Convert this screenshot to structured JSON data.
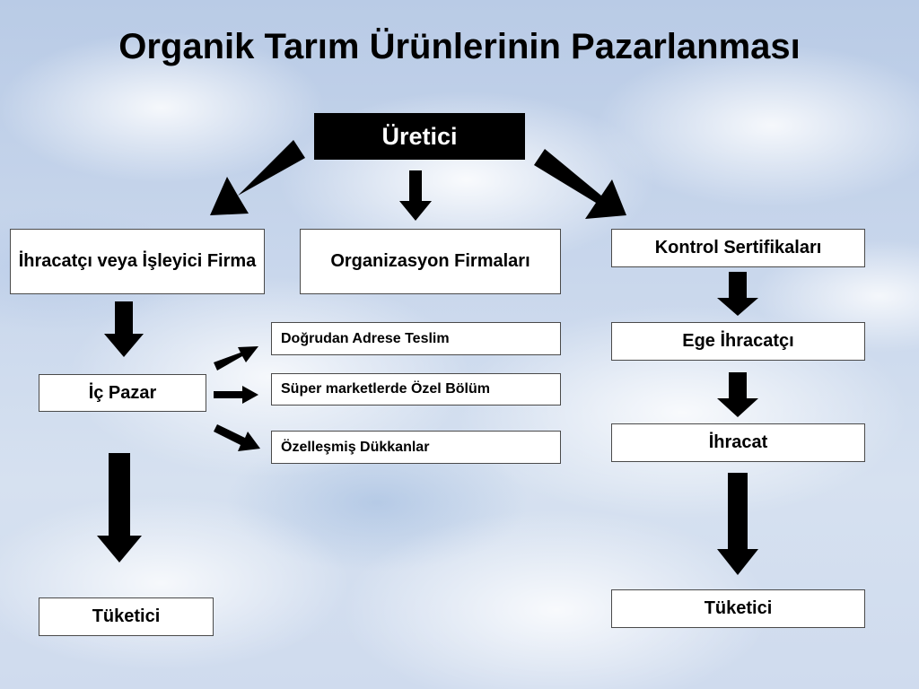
{
  "title": "Organik Tarım Ürünlerinin Pazarlanması",
  "nodes": {
    "producer": "Üretici",
    "exporter_processor": "İhracatçı veya İşleyici Firma",
    "organization_firms": "Organizasyon Firmaları",
    "control_certificates": "Kontrol Sertifikaları",
    "domestic_market": "İç Pazar",
    "direct_delivery": "Doğrudan Adrese Teslim",
    "supermarket_section": "Süper marketlerde Özel Bölüm",
    "specialized_shops": "Özelleşmiş Dükkanlar",
    "ege_exporter": "Ege İhracatçı",
    "export": "İhracat",
    "consumer_left": "Tüketici",
    "consumer_right": "Tüketici"
  },
  "edges": [
    {
      "from": "Üretici",
      "to": "İhracatçı veya İşleyici Firma"
    },
    {
      "from": "Üretici",
      "to": "Organizasyon Firmaları"
    },
    {
      "from": "Üretici",
      "to": "Kontrol Sertifikaları"
    },
    {
      "from": "İhracatçı veya İşleyici Firma",
      "to": "İç Pazar"
    },
    {
      "from": "İç Pazar",
      "to": "Doğrudan Adrese Teslim"
    },
    {
      "from": "İç Pazar",
      "to": "Süper marketlerde Özel Bölüm"
    },
    {
      "from": "İç Pazar",
      "to": "Özelleşmiş Dükkanlar"
    },
    {
      "from": "İç Pazar",
      "to": "Tüketici"
    },
    {
      "from": "Kontrol Sertifikaları",
      "to": "Ege İhracatçı"
    },
    {
      "from": "Ege İhracatçı",
      "to": "İhracat"
    },
    {
      "from": "İhracat",
      "to": "Tüketici"
    }
  ],
  "colors": {
    "box_fill": "#ffffff",
    "box_border": "#4a4a4a",
    "header_fill": "#000000",
    "arrow": "#000000"
  }
}
